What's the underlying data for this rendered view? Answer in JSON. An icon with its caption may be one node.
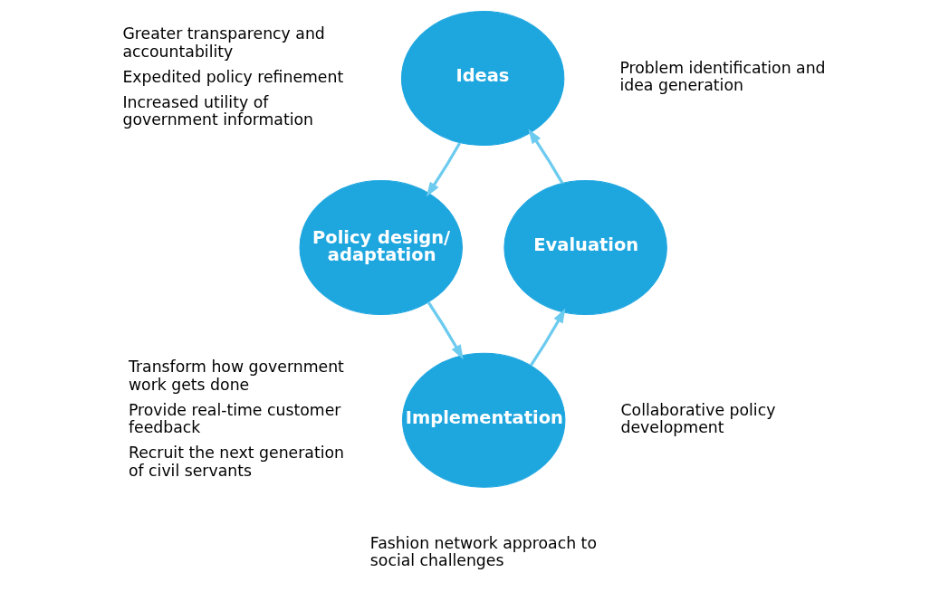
{
  "diagram": {
    "nodes": [
      {
        "text": [
          "Ideas"
        ]
      },
      {
        "text": [
          "Policy design/ adaptation"
        ]
      },
      {
        "text": [
          "Implementation"
        ]
      },
      {
        "text": [
          "Evaluation"
        ]
      }
    ],
    "edges": [
      {
        "from": 0,
        "to": 1,
        "arrow": "to"
      },
      {
        "from": 1,
        "to": 2,
        "arrow": "to"
      },
      {
        "from": 2,
        "to": 3,
        "arrow": "to"
      },
      {
        "from": 3,
        "to": 0,
        "arrow": "to"
      }
    ],
    "labels": [
      "Greater transparency and accountability",
      "Expedited policy refinement",
      "Increased utility of government information",
      "Problem identification and idea generation",
      "Transform how government work gets done",
      "Provide real-time customer feedback",
      "Recruit the next generation of civil servants",
      "Collaborative policy development",
      "Fashion network approach to social challenges"
    ]
  }
}
